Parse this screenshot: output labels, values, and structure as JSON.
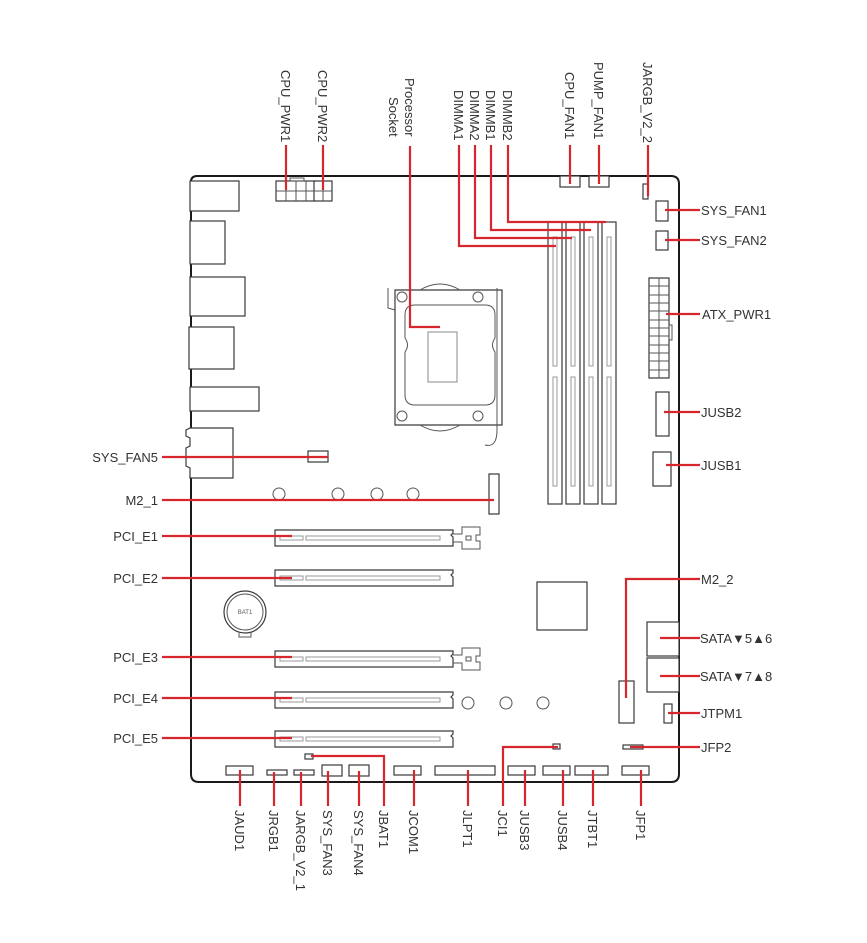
{
  "diagram": {
    "title": "Motherboard layout overview",
    "leader_color": "#d7262e",
    "outline_color": "#1a1a1a",
    "label_color": "#333333"
  },
  "labels": {
    "top": {
      "cpu_pwr1": "CPU_PWR1",
      "cpu_pwr2": "CPU_PWR2",
      "processor": "Processor",
      "socket": "Socket",
      "dimma1": "DIMMA1",
      "dimma2": "DIMMA2",
      "dimmb1": "DIMMB1",
      "dimmb2": "DIMMB2",
      "cpu_fan1": "CPU_FAN1",
      "pump_fan1": "PUMP_FAN1",
      "jargb_v2_2": "JARGB_V2_2"
    },
    "right": {
      "sys_fan1": "SYS_FAN1",
      "sys_fan2": "SYS_FAN2",
      "atx_pwr1": "ATX_PWR1",
      "jusb2": "JUSB2",
      "jusb1": "JUSB1",
      "m2_2": "M2_2",
      "sata56": "SATA▼5▲6",
      "sata78": "SATA▼7▲8",
      "jtpm1": "JTPM1",
      "jfp2": "JFP2"
    },
    "left": {
      "sys_fan5": "SYS_FAN5",
      "m2_1": "M2_1",
      "pci_e1": "PCI_E1",
      "pci_e2": "PCI_E2",
      "pci_e3": "PCI_E3",
      "pci_e4": "PCI_E4",
      "pci_e5": "PCI_E5"
    },
    "bottom": {
      "jaud1": "JAUD1",
      "jrgb1": "JRGB1",
      "jargb_v2_1": "JARGB_V2_1",
      "sys_fan3": "SYS_FAN3",
      "sys_fan4": "SYS_FAN4",
      "jbat1": "JBAT1",
      "jcom1": "JCOM1",
      "jlpt1": "JLPT1",
      "jci1": "JCI1",
      "jusb3": "JUSB3",
      "jusb4": "JUSB4",
      "jtbt1": "JTBT1",
      "jfp1": "JFP1"
    },
    "battery": "BAT1"
  }
}
